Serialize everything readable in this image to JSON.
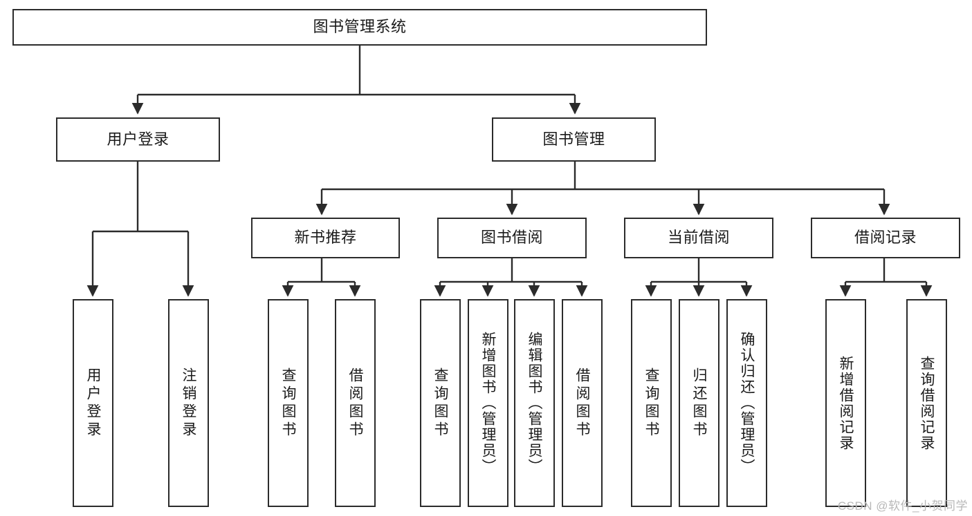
{
  "diagram": {
    "title": "图书管理系统",
    "type": "function-structure-tree",
    "watermark": "CSDN @软件_小贺同学",
    "colors": {
      "stroke": "#2b2b2b",
      "fill": "#ffffff",
      "text": "#1a1a1a",
      "watermark": "#b8b8b8"
    },
    "nodes": {
      "root": "图书管理系统",
      "level2": [
        "用户登录",
        "图书管理"
      ],
      "level3": [
        "新书推荐",
        "图书借阅",
        "当前借阅",
        "借阅记录"
      ],
      "leaves": {
        "user_login": [
          "用户登录",
          "注销登录"
        ],
        "new_book": [
          "查询图书",
          "借阅图书"
        ],
        "borrow_book": [
          "查询图书",
          "新增图书（管理员）",
          "编辑图书（管理员）",
          "借阅图书"
        ],
        "current_borrow": [
          "查询图书",
          "归还图书",
          "确认归还（管理员）"
        ],
        "borrow_record": [
          "新增借阅记录",
          "查询借阅记录"
        ]
      }
    }
  }
}
